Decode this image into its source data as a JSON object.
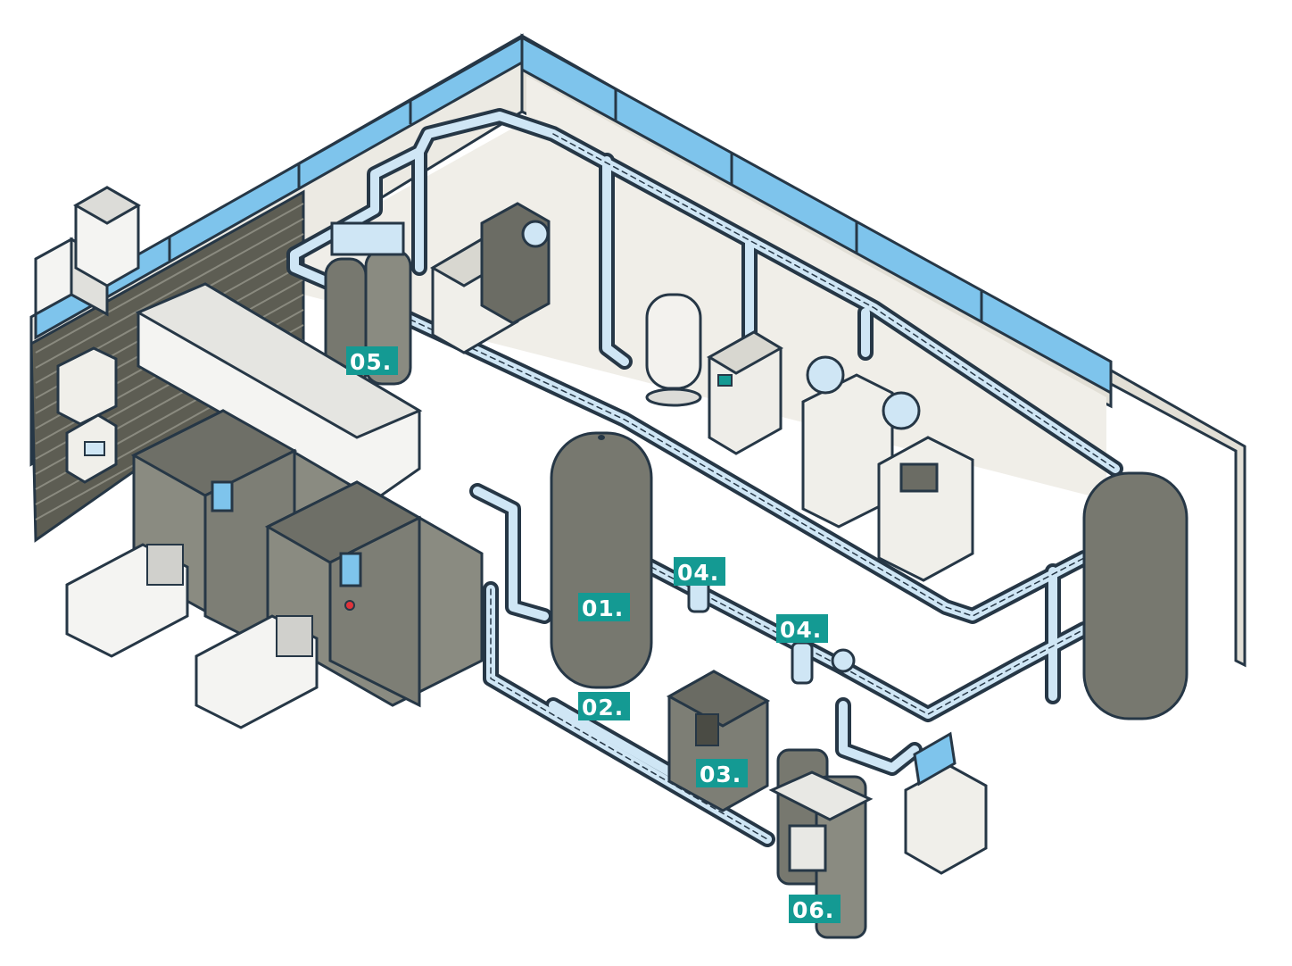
{
  "labels": {
    "l01": "01.",
    "l02": "02.",
    "l03": "03.",
    "l04a": "04.",
    "l04b": "04.",
    "l05": "05.",
    "l06": "06."
  },
  "colors": {
    "accent_tag": "#149a93",
    "outline": "#263746",
    "pipe_fill": "#cfe6f5",
    "window_glass": "#7ec4ec",
    "wall": "#eceae3",
    "equipment_grey": "#77786f",
    "slat_wall": "#5d5d53"
  },
  "icons": {
    "compressor_screen": "touch-screen-icon",
    "controller_screen": "monitor-icon"
  }
}
